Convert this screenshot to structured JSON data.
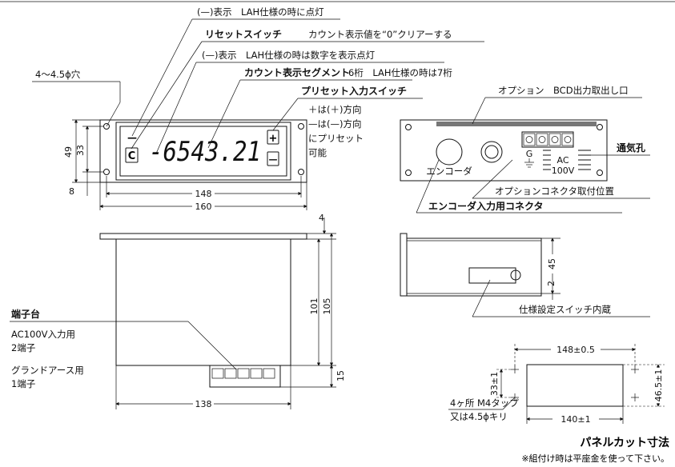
{
  "callouts": {
    "minus_lamp": "(—)表示　LAH仕様の時に点灯",
    "reset_switch_bold": "リセットスイッチ",
    "reset_switch_desc": "カウント表示値を“0”クリアーする",
    "minus_digit": "(—)表示　LAH仕様の時は数字を表示点灯",
    "count_segment_bold": "カウント表示セグメント",
    "count_segment_desc": "6桁　LAH仕様の時は7桁",
    "preset_switch": "プリセット入力スイッチ",
    "preset_note_1": "＋は(＋)方向",
    "preset_note_2": "—は(—)方向",
    "preset_note_3": "にプリセット",
    "preset_note_4": "可能",
    "hole": "4～4.5ϕ穴",
    "option_bcd": "オプション　BCD出力取出し口",
    "vent": "通気孔",
    "option_connector": "オプションコネクタ取付位置",
    "encoder_connector": "エンコーダ入力用コネクタ",
    "setting_switch": "仕様設定スイッチ内蔵",
    "terminal_block": "端子台",
    "ac_input_1": "AC100V入力用",
    "ac_input_2": "2端子",
    "ground_1": "グランドアース用",
    "ground_2": "1端子",
    "tap_1": "4ヶ所 M4タップ",
    "tap_2": "又は4.5ϕキリ"
  },
  "front_panel": {
    "display_value": "-6543.21",
    "reset_key": "C",
    "plus_key": "+",
    "minus_key": "—",
    "minus_lamp": "—"
  },
  "rear_panel": {
    "encoder_label": "エンコーダ",
    "terminal_g": "G",
    "terminal_ac": "AC",
    "terminal_100v": "100V"
  },
  "dimensions": {
    "front_h_outer": "49",
    "front_h_inner": "33",
    "front_bottom": "8",
    "front_w_inner": "148",
    "front_w_outer": "160",
    "side_top": "4",
    "side_h1": "101",
    "side_h2": "105",
    "side_bottom": "15",
    "side_w": "138",
    "rear_h": "45",
    "rear_bottom": "2",
    "cut_w": "148±0.5",
    "cut_h_inner": "33±1",
    "cut_h_outer": "46.5±1",
    "cut_w_inner": "140±1"
  },
  "panel_cut": {
    "title": "パネルカット寸法",
    "note": "※組付け時は平座金を使って下さい。"
  }
}
